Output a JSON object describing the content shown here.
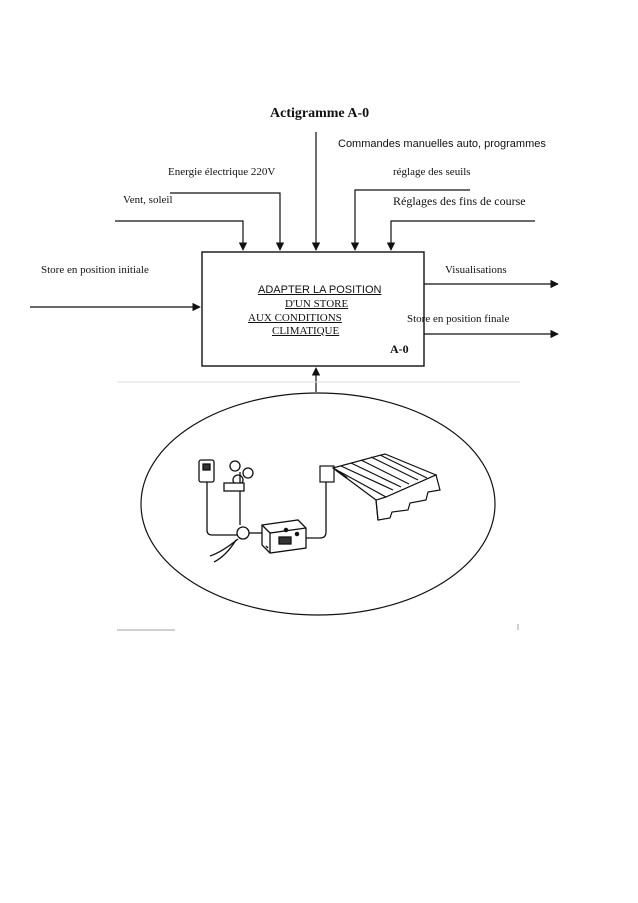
{
  "diagram": {
    "title": "Actigramme A-0",
    "controls": {
      "commands": "Commandes manuelles auto, programmes",
      "energy": "Energie électrique 220V",
      "thresholds": "réglage des seuils",
      "wind_sun": "Vent, soleil",
      "limit_settings": "Réglages des fins de course"
    },
    "input": "Store en position initiale",
    "outputs": {
      "visualisations": "Visualisations",
      "final_position": "Store en position finale"
    },
    "function_box": {
      "line1": "ADAPTER LA POSITION",
      "line2": "D'UN STORE",
      "line3": "AUX CONDITIONS",
      "line4": "CLIMATIQUE",
      "code": "A-0"
    }
  }
}
